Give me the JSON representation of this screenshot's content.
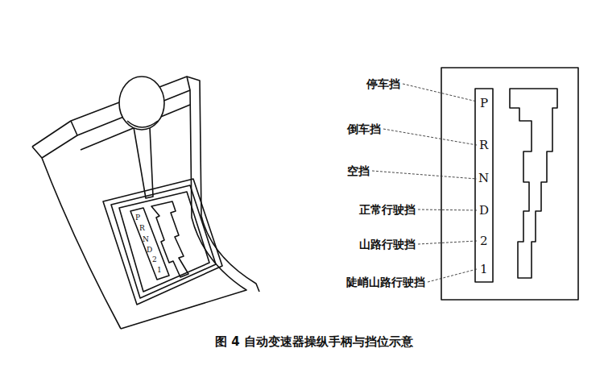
{
  "diagram": {
    "caption": "图 4 自动变速器操纵手柄与挡位示意",
    "labels": [
      "停车挡",
      "倒车挡",
      "空挡",
      "正常行驶挡",
      "山路行驶挡",
      "陡峭山路行驶挡",
      "P",
      "R",
      "N",
      "D",
      "2",
      "1",
      "P",
      "R",
      "N",
      "D",
      "2",
      "1"
    ]
  }
}
